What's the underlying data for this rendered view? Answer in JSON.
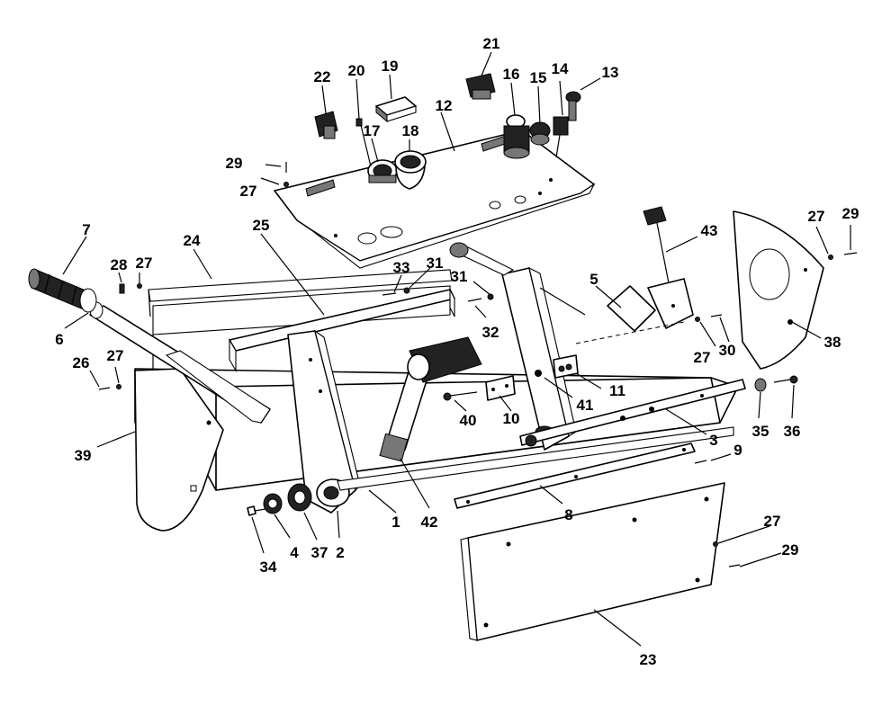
{
  "callouts": [
    {
      "id": "c1",
      "label": "1"
    },
    {
      "id": "c2",
      "label": "2"
    },
    {
      "id": "c3",
      "label": "3"
    },
    {
      "id": "c4",
      "label": "4"
    },
    {
      "id": "c5",
      "label": "5"
    },
    {
      "id": "c6",
      "label": "6"
    },
    {
      "id": "c7",
      "label": "7"
    },
    {
      "id": "c8",
      "label": "8"
    },
    {
      "id": "c9",
      "label": "9"
    },
    {
      "id": "c10",
      "label": "10"
    },
    {
      "id": "c11",
      "label": "11"
    },
    {
      "id": "c12",
      "label": "12"
    },
    {
      "id": "c13",
      "label": "13"
    },
    {
      "id": "c14",
      "label": "14"
    },
    {
      "id": "c15",
      "label": "15"
    },
    {
      "id": "c16",
      "label": "16"
    },
    {
      "id": "c17",
      "label": "17"
    },
    {
      "id": "c18",
      "label": "18"
    },
    {
      "id": "c19",
      "label": "19"
    },
    {
      "id": "c20",
      "label": "20"
    },
    {
      "id": "c21",
      "label": "21"
    },
    {
      "id": "c22",
      "label": "22"
    },
    {
      "id": "c23",
      "label": "23"
    },
    {
      "id": "c24",
      "label": "24"
    },
    {
      "id": "c25",
      "label": "25"
    },
    {
      "id": "c26",
      "label": "26"
    },
    {
      "id": "c27a",
      "label": "27"
    },
    {
      "id": "c27b",
      "label": "27"
    },
    {
      "id": "c27c",
      "label": "27"
    },
    {
      "id": "c27d",
      "label": "27"
    },
    {
      "id": "c27e",
      "label": "27"
    },
    {
      "id": "c27f",
      "label": "27"
    },
    {
      "id": "c28",
      "label": "28"
    },
    {
      "id": "c29a",
      "label": "29"
    },
    {
      "id": "c29b",
      "label": "29"
    },
    {
      "id": "c29c",
      "label": "29"
    },
    {
      "id": "c30",
      "label": "30"
    },
    {
      "id": "c31a",
      "label": "31"
    },
    {
      "id": "c31b",
      "label": "31"
    },
    {
      "id": "c32",
      "label": "32"
    },
    {
      "id": "c33",
      "label": "33"
    },
    {
      "id": "c34",
      "label": "34"
    },
    {
      "id": "c35",
      "label": "35"
    },
    {
      "id": "c36",
      "label": "36"
    },
    {
      "id": "c37",
      "label": "37"
    },
    {
      "id": "c38",
      "label": "38"
    },
    {
      "id": "c39",
      "label": "39"
    },
    {
      "id": "c40",
      "label": "40"
    },
    {
      "id": "c41",
      "label": "41"
    },
    {
      "id": "c42",
      "label": "42"
    },
    {
      "id": "c43",
      "label": "43"
    }
  ]
}
